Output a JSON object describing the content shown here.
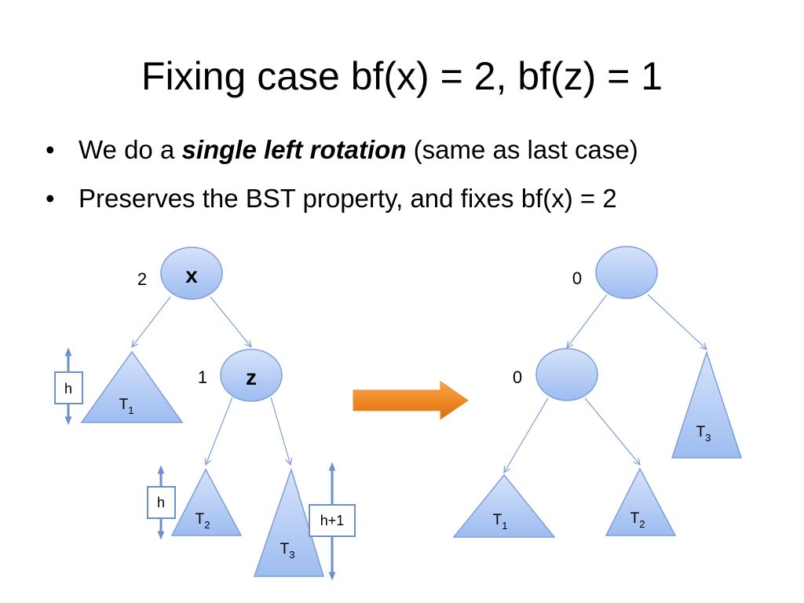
{
  "title": "Fixing case bf(x) = 2, bf(z) = 1",
  "bullets": [
    {
      "pre": "We do a ",
      "emph": "single left rotation",
      "post": " (same as last case)"
    },
    {
      "text": "Preserves the BST property, and fixes bf(x) = 2"
    }
  ],
  "bullet_glyph": "•",
  "left_tree": {
    "node_x": {
      "label": "x",
      "bf": "2"
    },
    "node_z": {
      "label": "z",
      "bf": "1"
    },
    "subtrees": [
      {
        "base": "T",
        "sub": "1",
        "height": "h"
      },
      {
        "base": "T",
        "sub": "2",
        "height": "h"
      },
      {
        "base": "T",
        "sub": "3",
        "height": "h+1"
      }
    ]
  },
  "right_tree": {
    "root": {
      "label": "",
      "bf": "0"
    },
    "left_child": {
      "label": "",
      "bf": "0"
    },
    "subtrees": [
      {
        "base": "T",
        "sub": "1"
      },
      {
        "base": "T",
        "sub": "2"
      },
      {
        "base": "T",
        "sub": "3"
      }
    ]
  },
  "colors": {
    "node_fill_top": "#d6e3fb",
    "node_fill_bottom": "#9dbcf0",
    "node_stroke": "#7e9ed8",
    "edge": "#7e9ed8",
    "height_arrow": "#6d8fcc",
    "rotation_arrow": "#f08a24"
  }
}
